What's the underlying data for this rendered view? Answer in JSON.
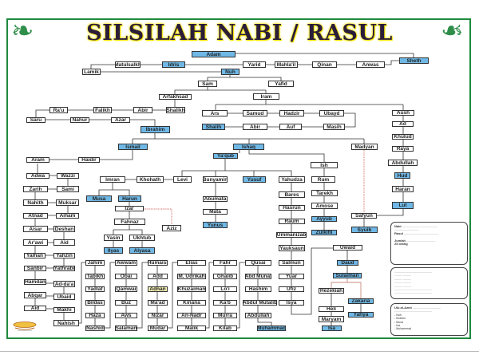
{
  "title": "SILSILAH NABI / RASUL",
  "colors": {
    "prophet": "#6fb8e6",
    "highlight": "#fbf6b5",
    "frame": "#1e8a3c",
    "title": "#2a1d3a"
  },
  "nodes": [
    {
      "id": "adam",
      "name": "Adam",
      "type": "b"
    },
    {
      "id": "sheth",
      "name": "Sheth",
      "type": "b"
    },
    {
      "id": "matulsalkh",
      "name": "Matulsalkh",
      "type": "w"
    },
    {
      "id": "idris",
      "name": "Idris",
      "type": "b"
    },
    {
      "id": "yarid",
      "name": "Yarid",
      "type": "w"
    },
    {
      "id": "mahlail",
      "name": "Mahla'il",
      "type": "w"
    },
    {
      "id": "qinan",
      "name": "Qinan",
      "type": "w"
    },
    {
      "id": "anwas",
      "name": "Anwas",
      "type": "w"
    },
    {
      "id": "lamik",
      "name": "Lamik",
      "type": "w"
    },
    {
      "id": "nuh",
      "name": "Nuh",
      "type": "b"
    },
    {
      "id": "sam",
      "name": "Sam",
      "type": "w"
    },
    {
      "id": "yafid",
      "name": "Yafid",
      "type": "w"
    },
    {
      "id": "arfakhsad",
      "name": "Arfakhsad",
      "type": "w"
    },
    {
      "id": "iram",
      "name": "Iram",
      "type": "w"
    },
    {
      "id": "rau",
      "name": "Ra'u",
      "type": "w"
    },
    {
      "id": "falikh",
      "name": "Falikh",
      "type": "w"
    },
    {
      "id": "abir1",
      "name": "Abir",
      "type": "w"
    },
    {
      "id": "shalikh",
      "name": "Shalikh",
      "type": "w"
    },
    {
      "id": "saru",
      "name": "Saru",
      "type": "w"
    },
    {
      "id": "nahur",
      "name": "Nahur",
      "type": "w"
    },
    {
      "id": "azar",
      "name": "Azar",
      "type": "w"
    },
    {
      "id": "ars",
      "name": "Ars",
      "type": "w"
    },
    {
      "id": "samud",
      "name": "Samud",
      "type": "w"
    },
    {
      "id": "hadzir",
      "name": "Hadzir",
      "type": "w"
    },
    {
      "id": "ubayd",
      "name": "Ubayd",
      "type": "w"
    },
    {
      "id": "shalih",
      "name": "Shalih",
      "type": "b"
    },
    {
      "id": "abir2",
      "name": "Abir",
      "type": "w"
    },
    {
      "id": "auf",
      "name": "Auf",
      "type": "w"
    },
    {
      "id": "masih",
      "name": "Masih",
      "type": "w"
    },
    {
      "id": "aush",
      "name": "Aush",
      "type": "w"
    },
    {
      "id": "ad",
      "name": "Ad",
      "type": "w"
    },
    {
      "id": "khulud",
      "name": "Khulud",
      "type": "w"
    },
    {
      "id": "raya",
      "name": "Raya",
      "type": "w"
    },
    {
      "id": "abdullah1",
      "name": "Abdullah",
      "type": "w"
    },
    {
      "id": "hud",
      "name": "Hud",
      "type": "b"
    },
    {
      "id": "haran",
      "name": "Haran",
      "type": "w"
    },
    {
      "id": "lut",
      "name": "Lut",
      "type": "b"
    },
    {
      "id": "ibrahim",
      "name": "Ibrahim",
      "type": "b"
    },
    {
      "id": "ismail",
      "name": "Ismail",
      "type": "b"
    },
    {
      "id": "ishaq",
      "name": "Ishaq",
      "type": "b"
    },
    {
      "id": "madyan",
      "name": "Madyan",
      "type": "w"
    },
    {
      "id": "safyun",
      "name": "Safyun",
      "type": "w"
    },
    {
      "id": "syuib",
      "name": "Syuib",
      "type": "b"
    },
    {
      "id": "aram",
      "name": "Aram",
      "type": "w"
    },
    {
      "id": "haidir",
      "name": "Haidir",
      "type": "w"
    },
    {
      "id": "adwa",
      "name": "Adwa",
      "type": "w"
    },
    {
      "id": "wazzi",
      "name": "Wazzi",
      "type": "w"
    },
    {
      "id": "zarih",
      "name": "Zarih",
      "type": "w"
    },
    {
      "id": "sami",
      "name": "Sami",
      "type": "w"
    },
    {
      "id": "nahith",
      "name": "Nahith",
      "type": "w"
    },
    {
      "id": "muksar",
      "name": "Muksar",
      "type": "w"
    },
    {
      "id": "atnad",
      "name": "Atnad",
      "type": "w"
    },
    {
      "id": "aiham",
      "name": "Aiham",
      "type": "w"
    },
    {
      "id": "aisar",
      "name": "Aisar",
      "type": "w"
    },
    {
      "id": "deshan",
      "name": "Deshan",
      "type": "w"
    },
    {
      "id": "arawi",
      "name": "Ar'awi",
      "type": "w"
    },
    {
      "id": "aid1",
      "name": "Aid",
      "type": "w"
    },
    {
      "id": "yalhan",
      "name": "Yalhan",
      "type": "w"
    },
    {
      "id": "yahzin",
      "name": "Yahzin",
      "type": "w"
    },
    {
      "id": "sanbir",
      "name": "Sanbir",
      "type": "w"
    },
    {
      "id": "yathrabi",
      "name": "Yathrabi",
      "type": "w"
    },
    {
      "id": "hamdan",
      "name": "Hamdan",
      "type": "w"
    },
    {
      "id": "addaa",
      "name": "Ad-da'a",
      "type": "w"
    },
    {
      "id": "abqar",
      "name": "Abqar",
      "type": "w"
    },
    {
      "id": "ubaid",
      "name": "Ubaid",
      "type": "w"
    },
    {
      "id": "aid2",
      "name": "Aid",
      "type": "w"
    },
    {
      "id": "makhi",
      "name": "Makhi",
      "type": "w"
    },
    {
      "id": "nahish",
      "name": "Nahish",
      "type": "w"
    },
    {
      "id": "yaqub",
      "name": "Ya'qub",
      "type": "b"
    },
    {
      "id": "imran",
      "name": "Imran",
      "type": "w"
    },
    {
      "id": "khohath",
      "name": "Khohath",
      "type": "w"
    },
    {
      "id": "levi",
      "name": "Levi",
      "type": "w"
    },
    {
      "id": "bunyamin",
      "name": "Bunyamin",
      "type": "w"
    },
    {
      "id": "yusuf",
      "name": "Yusuf",
      "type": "b"
    },
    {
      "id": "yahudza",
      "name": "Yahudza",
      "type": "w"
    },
    {
      "id": "ish",
      "name": "Ish",
      "type": "w"
    },
    {
      "id": "musa",
      "name": "Musa",
      "type": "b"
    },
    {
      "id": "harun",
      "name": "Harun",
      "type": "b"
    },
    {
      "id": "izar",
      "name": "Izar",
      "type": "w"
    },
    {
      "id": "fahnaz",
      "name": "Fahnaz",
      "type": "w"
    },
    {
      "id": "aziz",
      "name": "Aziz",
      "type": "w"
    },
    {
      "id": "yasin",
      "name": "Yasin",
      "type": "w"
    },
    {
      "id": "ukhtub",
      "name": "Ukhtub",
      "type": "w"
    },
    {
      "id": "ilyas",
      "name": "Ilyas",
      "type": "b"
    },
    {
      "id": "alyasa",
      "name": "Alyasa",
      "type": "b"
    },
    {
      "id": "abumata",
      "name": "Abumata",
      "type": "w"
    },
    {
      "id": "mata",
      "name": "Mata",
      "type": "w"
    },
    {
      "id": "yunus",
      "name": "Yunus",
      "type": "b"
    },
    {
      "id": "rum",
      "name": "Rum",
      "type": "w"
    },
    {
      "id": "tarekh",
      "name": "Tarekh",
      "type": "w"
    },
    {
      "id": "amose",
      "name": "Amose",
      "type": "w"
    },
    {
      "id": "ayyub",
      "name": "Ayyub",
      "type": "b"
    },
    {
      "id": "zulkifli",
      "name": "Zulkifli",
      "type": "b"
    },
    {
      "id": "bares",
      "name": "Bares",
      "type": "w"
    },
    {
      "id": "hasrun",
      "name": "Hasrun",
      "type": "w"
    },
    {
      "id": "raum",
      "name": "Raum",
      "type": "w"
    },
    {
      "id": "ummanizab",
      "name": "Ummanizab",
      "type": "w"
    },
    {
      "id": "yauksaun",
      "name": "Yauksaun",
      "type": "w"
    },
    {
      "id": "salmun",
      "name": "Salmun",
      "type": "w"
    },
    {
      "id": "yuar",
      "name": "Yuar",
      "type": "w"
    },
    {
      "id": "ufiz",
      "name": "Ufiz",
      "type": "w"
    },
    {
      "id": "isya",
      "name": "Isya",
      "type": "w"
    },
    {
      "id": "uwaid",
      "name": "Uwaid",
      "type": "w"
    },
    {
      "id": "daud",
      "name": "Daud",
      "type": "b"
    },
    {
      "id": "sulaiman",
      "name": "Sulaiman",
      "type": "b"
    },
    {
      "id": "hezekiah",
      "name": "Hezekiah",
      "type": "w"
    },
    {
      "id": "zakaria",
      "name": "Zakaria",
      "type": "b"
    },
    {
      "id": "heli",
      "name": "Heli",
      "type": "w"
    },
    {
      "id": "yahya",
      "name": "Yahya",
      "type": "b"
    },
    {
      "id": "maryam",
      "name": "Maryam",
      "type": "w"
    },
    {
      "id": "isa",
      "name": "Isa",
      "type": "b"
    },
    {
      "id": "jahim",
      "name": "Jahim",
      "type": "w"
    },
    {
      "id": "tabikh",
      "name": "Tabikh",
      "type": "w"
    },
    {
      "id": "yadlaf",
      "name": "Yadlaf",
      "type": "w"
    },
    {
      "id": "bildas",
      "name": "Bildas",
      "type": "w"
    },
    {
      "id": "haza",
      "name": "Haza",
      "type": "w"
    },
    {
      "id": "nashid",
      "name": "Nashid",
      "type": "w"
    },
    {
      "id": "awwam",
      "name": "Awwam",
      "type": "w"
    },
    {
      "id": "obai",
      "name": "Obai",
      "type": "w"
    },
    {
      "id": "qamwai",
      "name": "Qamwai",
      "type": "w"
    },
    {
      "id": "buz",
      "name": "Buz",
      "type": "w"
    },
    {
      "id": "aws",
      "name": "Aws",
      "type": "w"
    },
    {
      "id": "salaman",
      "name": "Salaman",
      "type": "w"
    },
    {
      "id": "humaisi",
      "name": "Humaisi",
      "type": "w"
    },
    {
      "id": "add",
      "name": "Add",
      "type": "w"
    },
    {
      "id": "adnan",
      "name": "Adnan",
      "type": "y"
    },
    {
      "id": "maad",
      "name": "Ma'ad",
      "type": "w"
    },
    {
      "id": "nizar",
      "name": "Nizar",
      "type": "w"
    },
    {
      "id": "mudar",
      "name": "Mudar",
      "type": "w"
    },
    {
      "id": "elias",
      "name": "Elias",
      "type": "w"
    },
    {
      "id": "mudrikah",
      "name": "M. Udrikah",
      "type": "w"
    },
    {
      "id": "khuzaiman",
      "name": "Khuzaiman",
      "type": "w"
    },
    {
      "id": "kinana",
      "name": "Kinana",
      "type": "w"
    },
    {
      "id": "annadr",
      "name": "An-Nadr",
      "type": "w"
    },
    {
      "id": "malik",
      "name": "Malik",
      "type": "w"
    },
    {
      "id": "fahr",
      "name": "Fahr",
      "type": "w"
    },
    {
      "id": "ghalib",
      "name": "Ghalib",
      "type": "w"
    },
    {
      "id": "loi",
      "name": "Lo'i",
      "type": "w"
    },
    {
      "id": "kab",
      "name": "Ka'b",
      "type": "w"
    },
    {
      "id": "murra",
      "name": "Murra",
      "type": "w"
    },
    {
      "id": "kilab",
      "name": "Kilab",
      "type": "w"
    },
    {
      "id": "qusai",
      "name": "Qusai",
      "type": "w"
    },
    {
      "id": "abdmunaf",
      "name": "Abd Munaf",
      "type": "w"
    },
    {
      "id": "hashim",
      "name": "Hashim",
      "type": "w"
    },
    {
      "id": "abdulmutalib",
      "name": "Abdul Mutalib",
      "type": "w"
    },
    {
      "id": "abdullah2",
      "name": "Abdullah",
      "type": "w"
    },
    {
      "id": "muhammad",
      "name": "Muhammad",
      "type": "b"
    }
  ],
  "notes": {
    "note1_term1": "Nabi",
    "note1_term2": "Rasul",
    "note1_term3": "Jumlah",
    "note1_count": "25 orang",
    "note3_term": "Ulu al-Azmi",
    "note3_list": [
      "Nuh",
      "Ibrahim",
      "Musa",
      "Isa",
      "Muhammad"
    ]
  }
}
